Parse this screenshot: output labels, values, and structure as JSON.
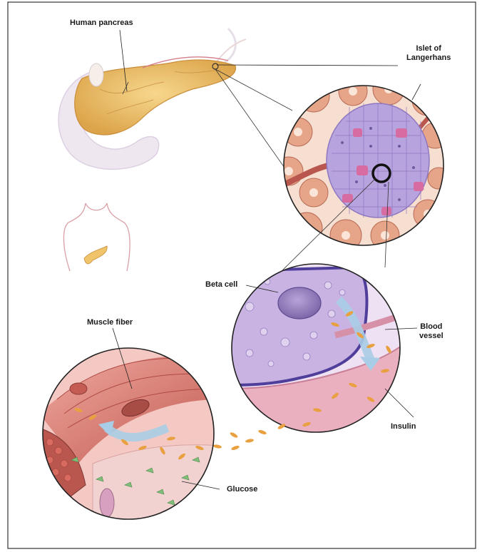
{
  "labels": {
    "human_pancreas": "Human pancreas",
    "islet_line1": "Islet of",
    "islet_line2": "Langerhans",
    "beta_cell": "Beta cell",
    "blood_line1": "Blood",
    "blood_line2": "vessel",
    "muscle_fiber": "Muscle fiber",
    "insulin": "Insulin",
    "glucose": "Glucose"
  },
  "colors": {
    "pancreas": "#f0c46a",
    "islet_cells": "#b7a3de",
    "acini": "#d98c6a",
    "beta_cytoplasm": "#c9b3e3",
    "blood_vessel": "#eab0c0",
    "muscle": "#d8706a",
    "insulin": "#e9a040",
    "glucose": "#7fbf7a",
    "arrow": "#a9cde6"
  }
}
